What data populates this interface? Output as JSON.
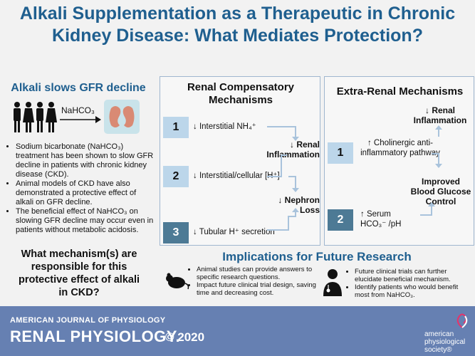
{
  "title": "Alkali Supplementation as a Therapeutic in Chronic Kidney Disease: What Mediates Protection?",
  "left": {
    "heading": "Alkali slows GFR decline",
    "drug_label": "NaHCO₃",
    "bullets": [
      "Sodium bicarbonate (NaHCO₃) treatment has been shown to slow GFR decline in patients with chronic kidney disease (CKD).",
      "Animal models of CKD have also demonstrated a protective effect of alkali on GFR decline.",
      "The beneficial effect of NaHCO₃ on slowing GFR decline may occur even in patients without metabolic acidosis."
    ],
    "question": "What mechanism(s) are responsible for this protective effect of alkali in CKD?"
  },
  "renal": {
    "heading": "Renal Compensatory Mechanisms",
    "items": [
      {
        "num": "1",
        "text": "↓ Interstitial NH₄⁺"
      },
      {
        "num": "2",
        "text": "↓ Interstitial/cellular [H⁺]"
      },
      {
        "num": "3",
        "text": "↓ Tubular H⁺ secretion"
      }
    ],
    "out1": "↓ Renal Inflammation",
    "out2": "↓ Nephron Loss"
  },
  "extra": {
    "heading": "Extra-Renal Mechanisms",
    "top": "↓ Renal Inflammation",
    "items": [
      {
        "num": "1",
        "text": "↑ Cholinergic anti-inflammatory pathway"
      },
      {
        "num": "2",
        "text": "↑ Serum HCO₃⁻ /pH"
      }
    ],
    "out": "Improved Blood Glucose Control"
  },
  "implications": {
    "heading": "Implications for Future Research",
    "animal": [
      "Animal studies can provide answers to specific research questions.",
      "Impact future clinical trial design, saving time and decreasing cost."
    ],
    "clinical": [
      "Future clinical trials can further elucidate beneficial mechanism.",
      "Identify patients who would benefit most from NaHCO₃."
    ]
  },
  "footer": {
    "journal_top": "AMERICAN JOURNAL OF PHYSIOLOGY",
    "journal": "RENAL PHYSIOLOGY.",
    "year": "© 2020",
    "society": "american physiological society®"
  }
}
